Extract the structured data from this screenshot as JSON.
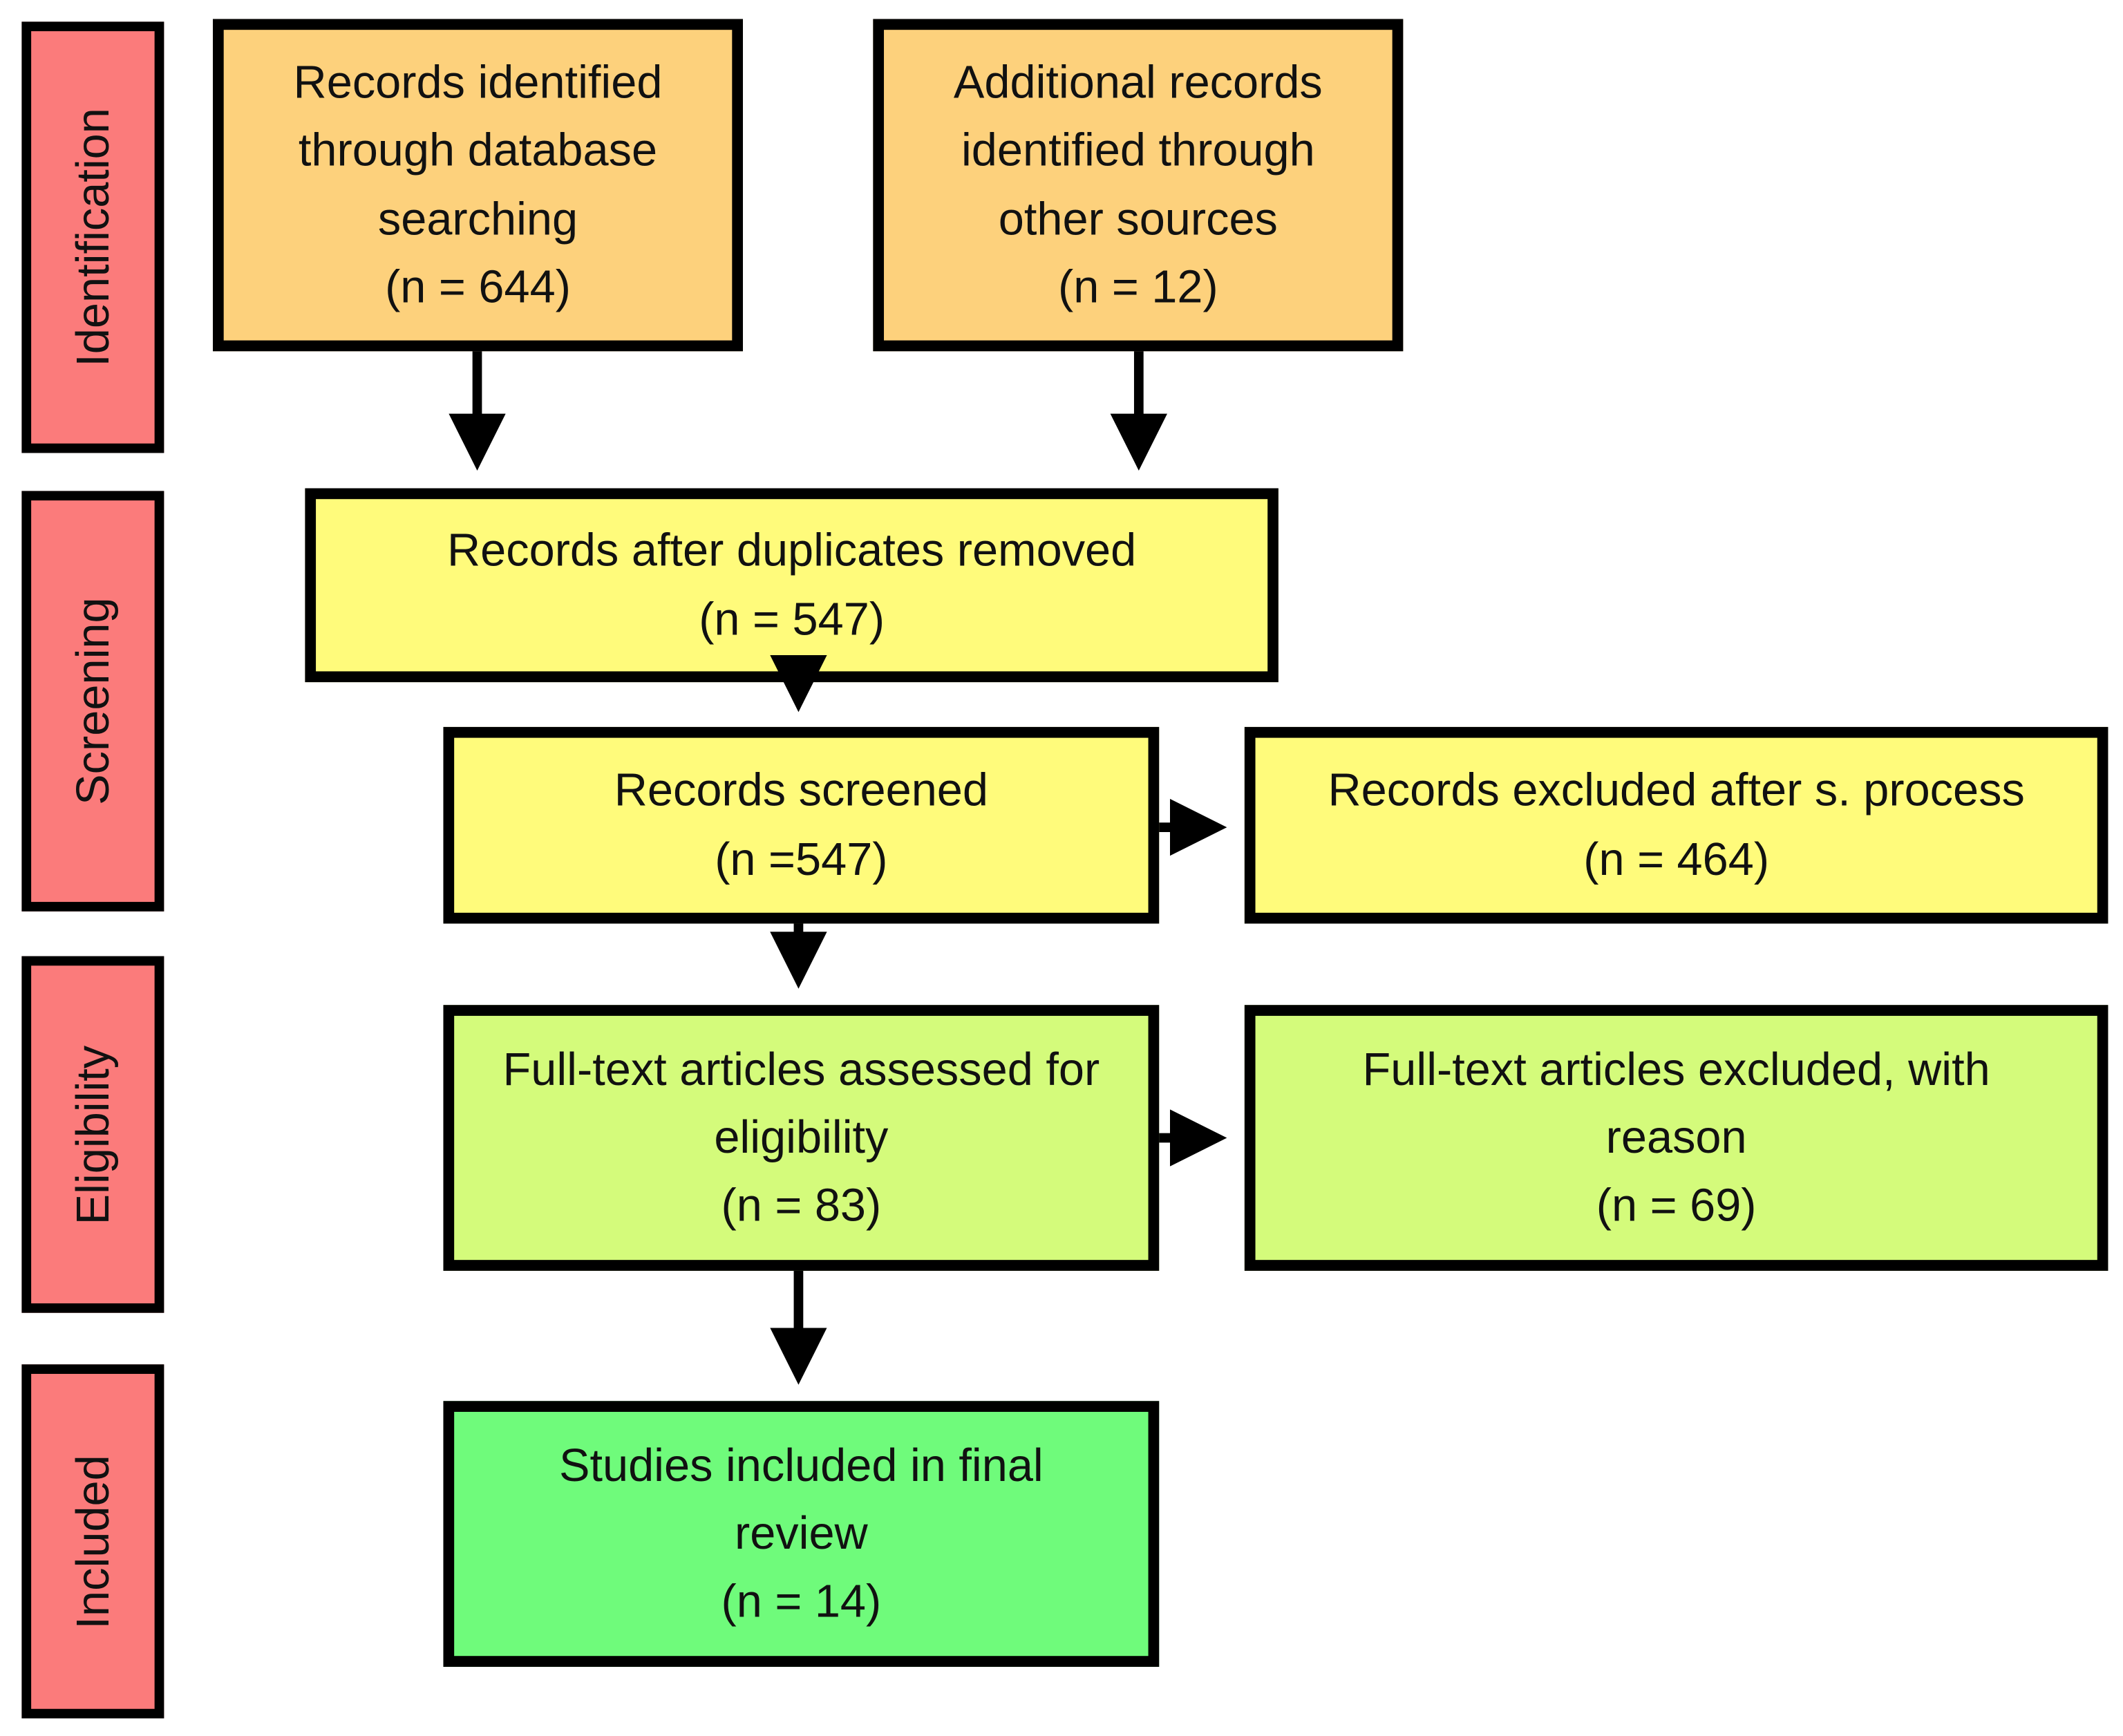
{
  "stages": {
    "identification": "Identification",
    "screening": "Screening",
    "eligibility": "Eligibility",
    "included": "Included"
  },
  "boxes": {
    "database_search": {
      "lines": [
        "Records identified",
        "through database",
        "searching",
        "(n = 644)"
      ]
    },
    "other_sources": {
      "lines": [
        "Additional records",
        "identified through",
        "other sources",
        "(n = 12)"
      ]
    },
    "duplicates_removed": {
      "lines": [
        "Records after duplicates removed",
        "(n = 547)"
      ]
    },
    "screened": {
      "lines": [
        "Records screened",
        "(n =547)"
      ]
    },
    "excluded_screening": {
      "lines": [
        "Records excluded after s. process",
        "(n = 464)"
      ]
    },
    "fulltext_assessed": {
      "lines": [
        "Full-text articles assessed for",
        "eligibility",
        "(n = 83)"
      ]
    },
    "fulltext_excluded": {
      "lines": [
        "Full-text articles excluded, with",
        "reason",
        "(n = 69)"
      ]
    },
    "included_final": {
      "lines": [
        "Studies included in final",
        "review",
        "(n = 14)"
      ]
    }
  },
  "colors": {
    "stage_label": "#fb7b7b",
    "identification": "#fdd17c",
    "screening": "#fffb7b",
    "eligibility": "#d4fb7b",
    "included": "#6ffb7b",
    "border": "#000000"
  }
}
